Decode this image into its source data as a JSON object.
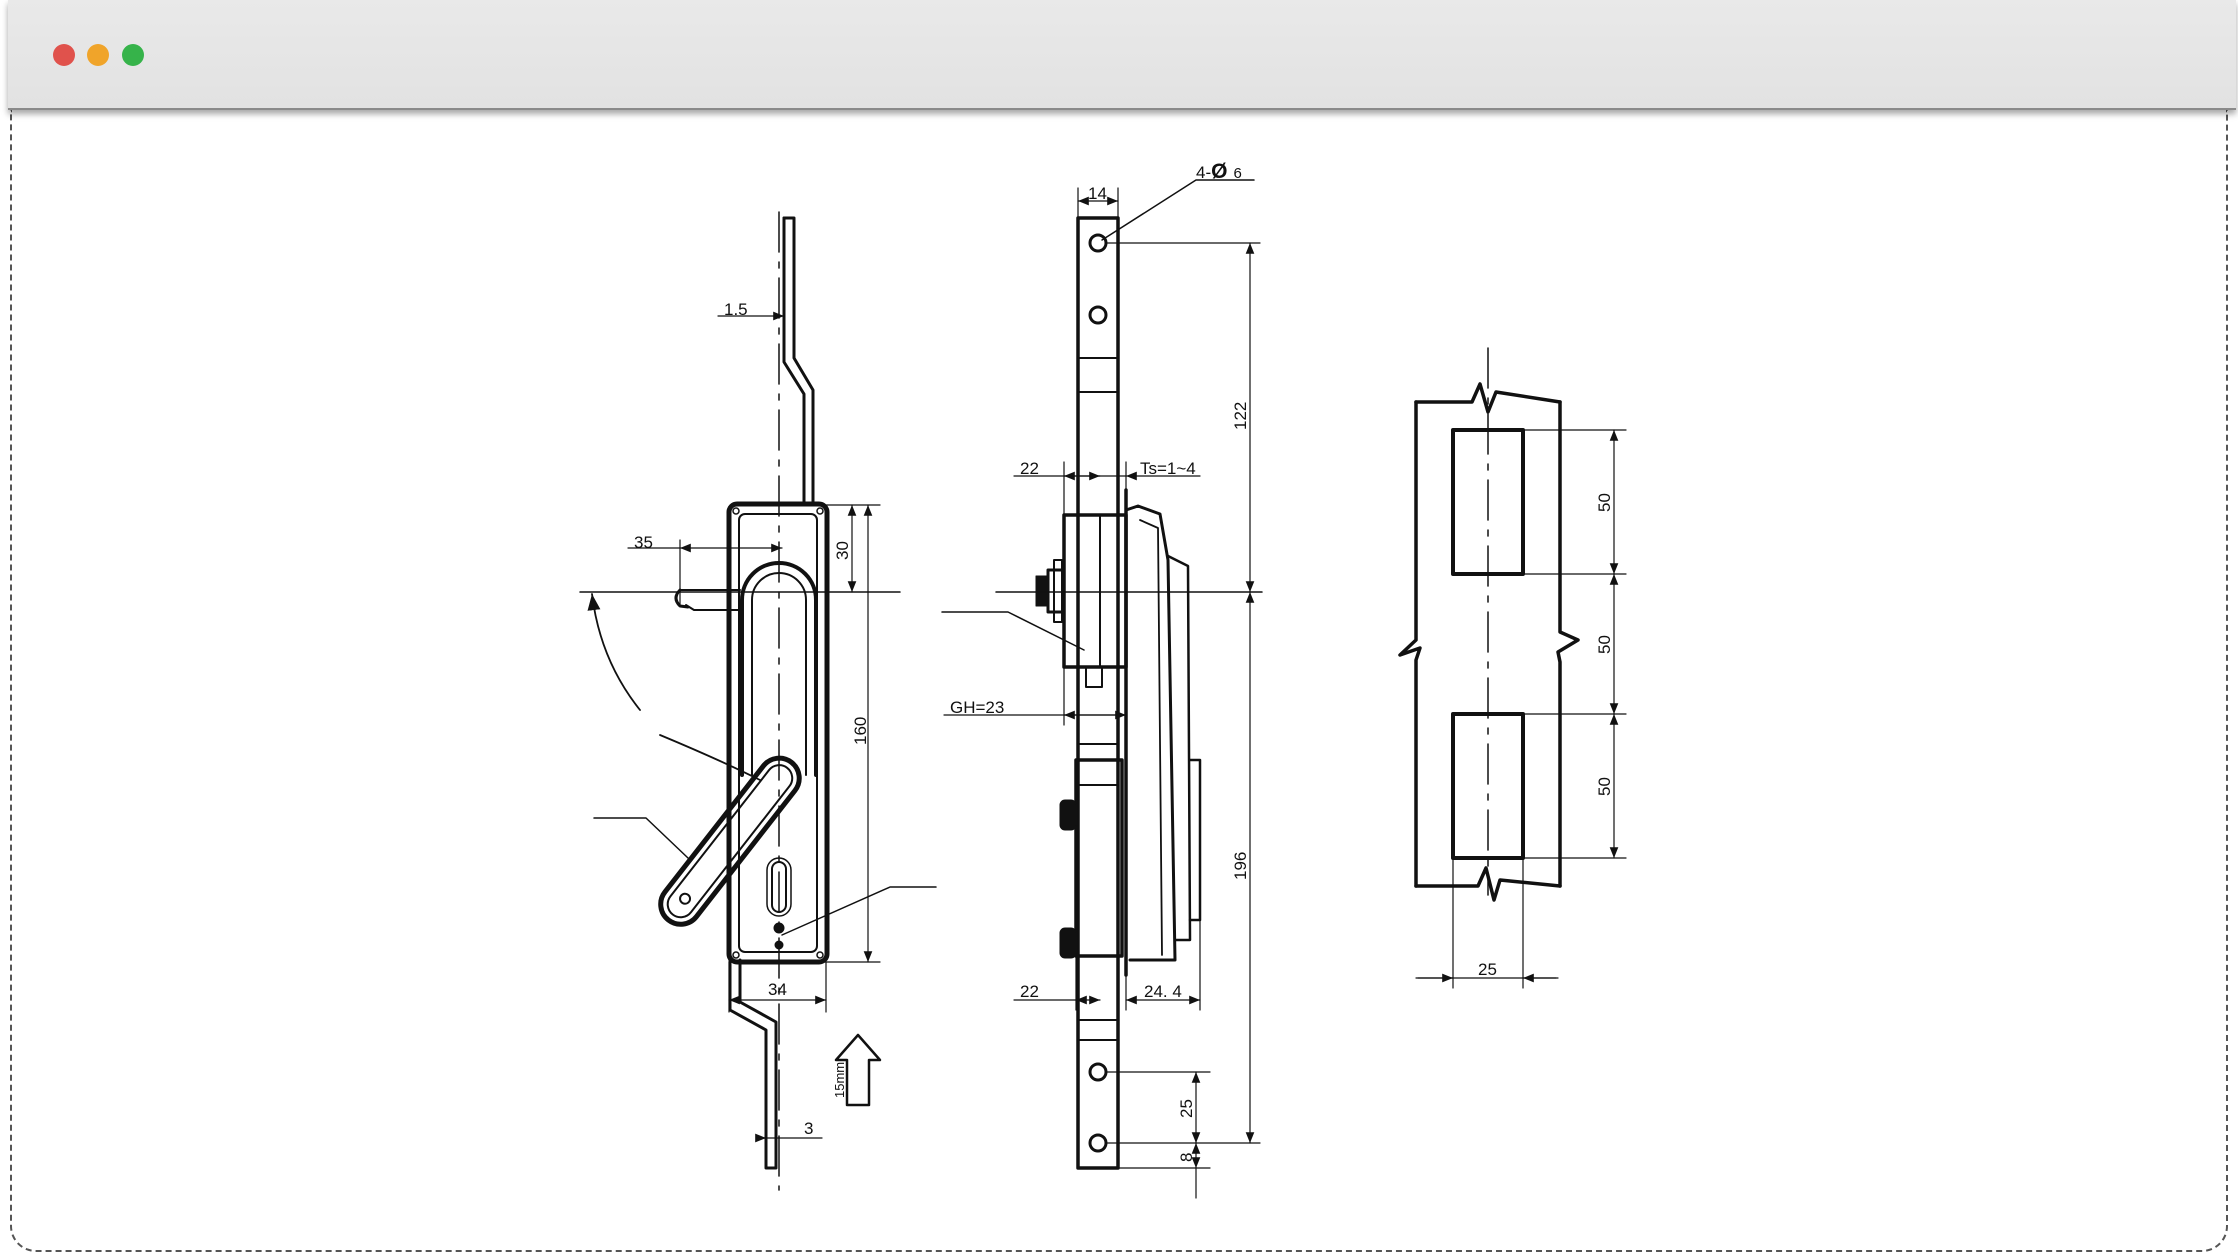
{
  "window": {
    "controls": [
      {
        "name": "close",
        "color": "#e0524c"
      },
      {
        "name": "minimize",
        "color": "#f0a42a"
      },
      {
        "name": "maximize",
        "color": "#36b34a"
      }
    ]
  },
  "drawing": {
    "front_view": {
      "dims": {
        "plate_thickness": "1.5",
        "handle_offset": "35",
        "top_height": "30",
        "body_height": "160",
        "body_width": "34",
        "bar_thickness": "3"
      },
      "arrow_label": "15mm"
    },
    "side_view": {
      "dims": {
        "hole_spec_prefix": "4-",
        "hole_symbol": "Ø",
        "hole_size": "6",
        "bar_width": "14",
        "upper_length": "122",
        "lower_length": "196",
        "depth_top": "22",
        "panel_thickness": "Ts=1~4",
        "gh": "GH=23",
        "depth_bottom": "22",
        "projection": "24. 4",
        "hole_pitch": "25",
        "hole_edge": "8"
      }
    },
    "cutout_view": {
      "dims": {
        "segment_1": "50",
        "segment_2": "50",
        "segment_3": "50",
        "width": "25"
      }
    }
  }
}
